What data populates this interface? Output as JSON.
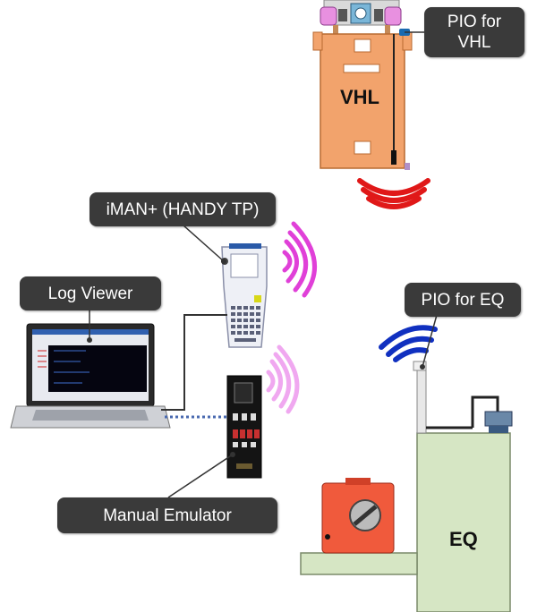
{
  "callouts": {
    "pio_vhl_line1": "PIO for",
    "pio_vhl_line2": "VHL",
    "iman": "iMAN+ (HANDY TP)",
    "log_viewer": "Log Viewer",
    "pio_eq": "PIO for EQ",
    "manual_emulator": "Manual Emulator"
  },
  "blocks": {
    "vhl": "VHL",
    "eq": "EQ"
  },
  "colors": {
    "vhl_body": "#f2a36c",
    "vhl_outline": "#b86a30",
    "eq_body": "#d6e6c4",
    "wave_red": "#e01818",
    "wave_magenta": "#e040d8",
    "wave_pink": "#f0a8f0",
    "wave_blue": "#1030c0",
    "motor_red": "#f05a3c",
    "callout_bg": "#3a3a3a"
  }
}
